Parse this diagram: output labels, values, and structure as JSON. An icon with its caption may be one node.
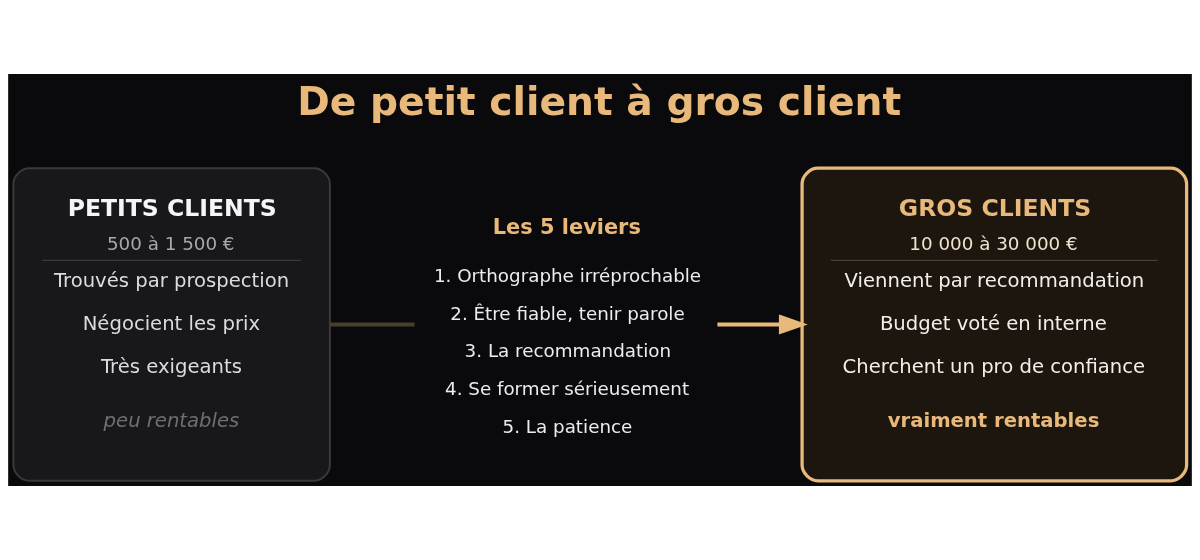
{
  "diagram": {
    "title": "De petit client à gros client",
    "nodes": [
      {
        "text": [
          "PETITS CLIENTS",
          "500 à 1 500 €",
          "Trouvés par prospection",
          "Négocient les prix",
          "Très exigeants",
          "peu rentables"
        ]
      },
      {
        "text": [
          "Les 5 leviers",
          "1. Orthographe irréprochable",
          "2. Être fiable, tenir parole",
          "3. La recommandation",
          "4. Se former sérieusement",
          "5. La patience"
        ]
      },
      {
        "text": [
          "GROS CLIENTS",
          "10 000 à 30 000 €",
          "Viennent par recommandation",
          "Budget voté en interne",
          "Cherchent un pro de confiance",
          "vraiment rentables"
        ]
      }
    ],
    "edges": [
      {
        "from": 0,
        "to": 1,
        "arrow": "none",
        "color": "#4a3f2c"
      },
      {
        "from": 1,
        "to": 2,
        "arrow": "to",
        "color": "#e8b97a"
      }
    ]
  }
}
